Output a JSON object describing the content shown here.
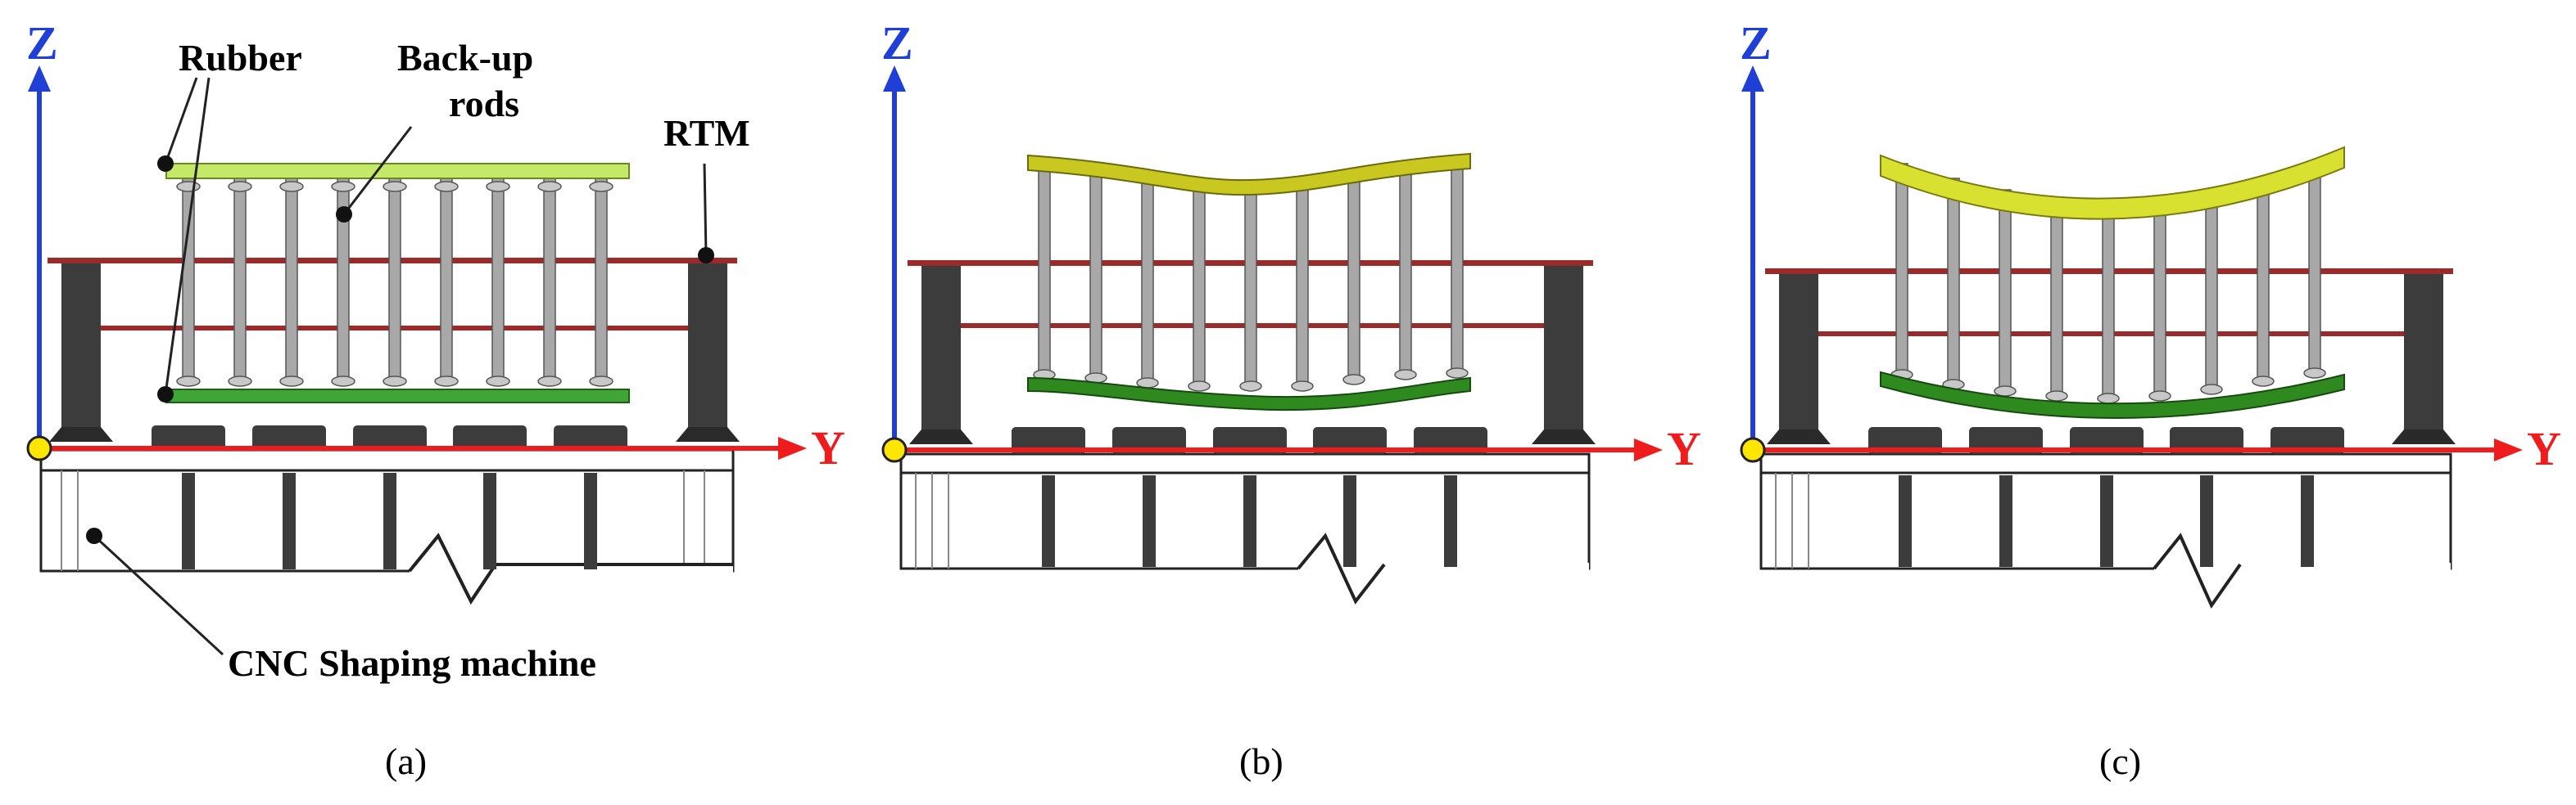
{
  "axes": {
    "z_label": "Z",
    "y_label": "Y",
    "z_color": "#1f3fd6",
    "y_color": "#ee1c1c",
    "origin_color": "#ffe600"
  },
  "annotations": {
    "rubber": "Rubber",
    "backup_line1": "Back-up",
    "backup_line2": "rods",
    "rtm": "RTM",
    "cnc": "CNC Shaping machine"
  },
  "panels": [
    {
      "caption": "(a)",
      "state": "flat",
      "rubber_color": "#c4e868",
      "lower_color": "#3fa535"
    },
    {
      "caption": "(b)",
      "state": "wavy",
      "rubber_color": "#c8c820",
      "lower_color": "#2e8a1e"
    },
    {
      "caption": "(c)",
      "state": "concave",
      "rubber_color": "#d8e030",
      "lower_color": "#2e8a1e"
    }
  ],
  "colors": {
    "frame_red": "#9b2a2a",
    "post": "#3c3c3c",
    "rod": "#a8a8a8",
    "outline": "#222222"
  }
}
